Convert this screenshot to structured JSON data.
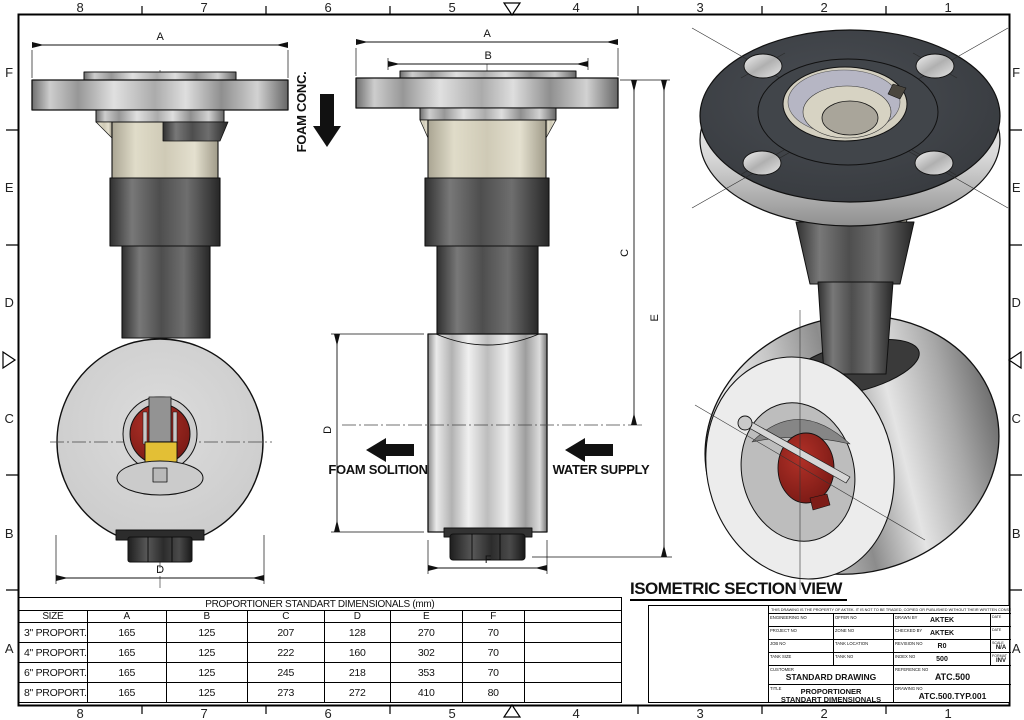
{
  "sheet": {
    "zone_columns": [
      "8",
      "7",
      "6",
      "5",
      "4",
      "3",
      "2",
      "1"
    ],
    "zone_rows": [
      "F",
      "E",
      "D",
      "C",
      "B",
      "A"
    ]
  },
  "dims": {
    "a": "A",
    "b": "B",
    "c": "C",
    "d": "D",
    "e": "E",
    "f": "F"
  },
  "flow_labels": {
    "foam_conc": "FOAM CONC.",
    "foam_solution": "FOAM SOLITION",
    "water_supply": "WATER SUPPLY"
  },
  "iso": {
    "title": "ISOMETRIC SECTION VIEW"
  },
  "table": {
    "title": "PROPORTIONER STANDART DIMENSIONALS (mm)",
    "headers": [
      "SIZE",
      "A",
      "B",
      "C",
      "D",
      "E",
      "F"
    ],
    "rows": [
      {
        "size": "3\" PROPORT.",
        "values": [
          "165",
          "125",
          "207",
          "128",
          "270",
          "70"
        ]
      },
      {
        "size": "4\" PROPORT.",
        "values": [
          "165",
          "125",
          "222",
          "160",
          "302",
          "70"
        ]
      },
      {
        "size": "6\" PROPORT.",
        "values": [
          "165",
          "125",
          "245",
          "218",
          "353",
          "70"
        ]
      },
      {
        "size": "8\" PROPORT.",
        "values": [
          "165",
          "125",
          "273",
          "272",
          "410",
          "80"
        ]
      }
    ]
  },
  "title_block": {
    "disclaimer": "THIS DRAWING IS THE PROPERTY OF AKTEK. IT IS NOT TO BE TRADED, COPIED OR PUBLISHED WITHOUT THEIR WRITTEN CONSENT OR TO BE RE-USED IN ANY WAY.",
    "col1": [
      "ENGINEERING NO",
      "PROJECT NO",
      "JOB NO",
      "TANK SIZE"
    ],
    "col2": [
      "OFFER NO",
      "ZONE NO",
      "TANK LOCATION",
      "TANK NO"
    ],
    "col3": [
      {
        "label": "DRAWN BY",
        "value": "AKTEK",
        "right_label": "DATE",
        "right_value": ""
      },
      {
        "label": "CHECKED BY",
        "value": "AKTEK",
        "right_label": "DATE",
        "right_value": ""
      },
      {
        "label": "REVISION NO",
        "value": "R0",
        "right_label": "SCALE",
        "right_value": "N/A"
      },
      {
        "label": "INDEX NO",
        "value": "500",
        "right_label": "FORMAT",
        "right_value": "INV"
      }
    ],
    "customer_label": "CUSTOMER",
    "customer_value": "STANDARD DRAWING",
    "title_label": "TITLE",
    "title_value_1": "PROPORTIONER",
    "title_value_2": "STANDART DIMENSIONALS",
    "reference_label": "REFERENCE NO",
    "reference_value": "ATC.500",
    "drawing_label": "DRAWING NO",
    "drawing_value": "ATC.500.TYP.001"
  },
  "colors": {
    "body_red": "#9c231e",
    "seat_yellow": "#e3bf35",
    "bronze_cream": "#d5d0bd",
    "steel_dark": "#55575b",
    "drawing_line": "#111111"
  }
}
